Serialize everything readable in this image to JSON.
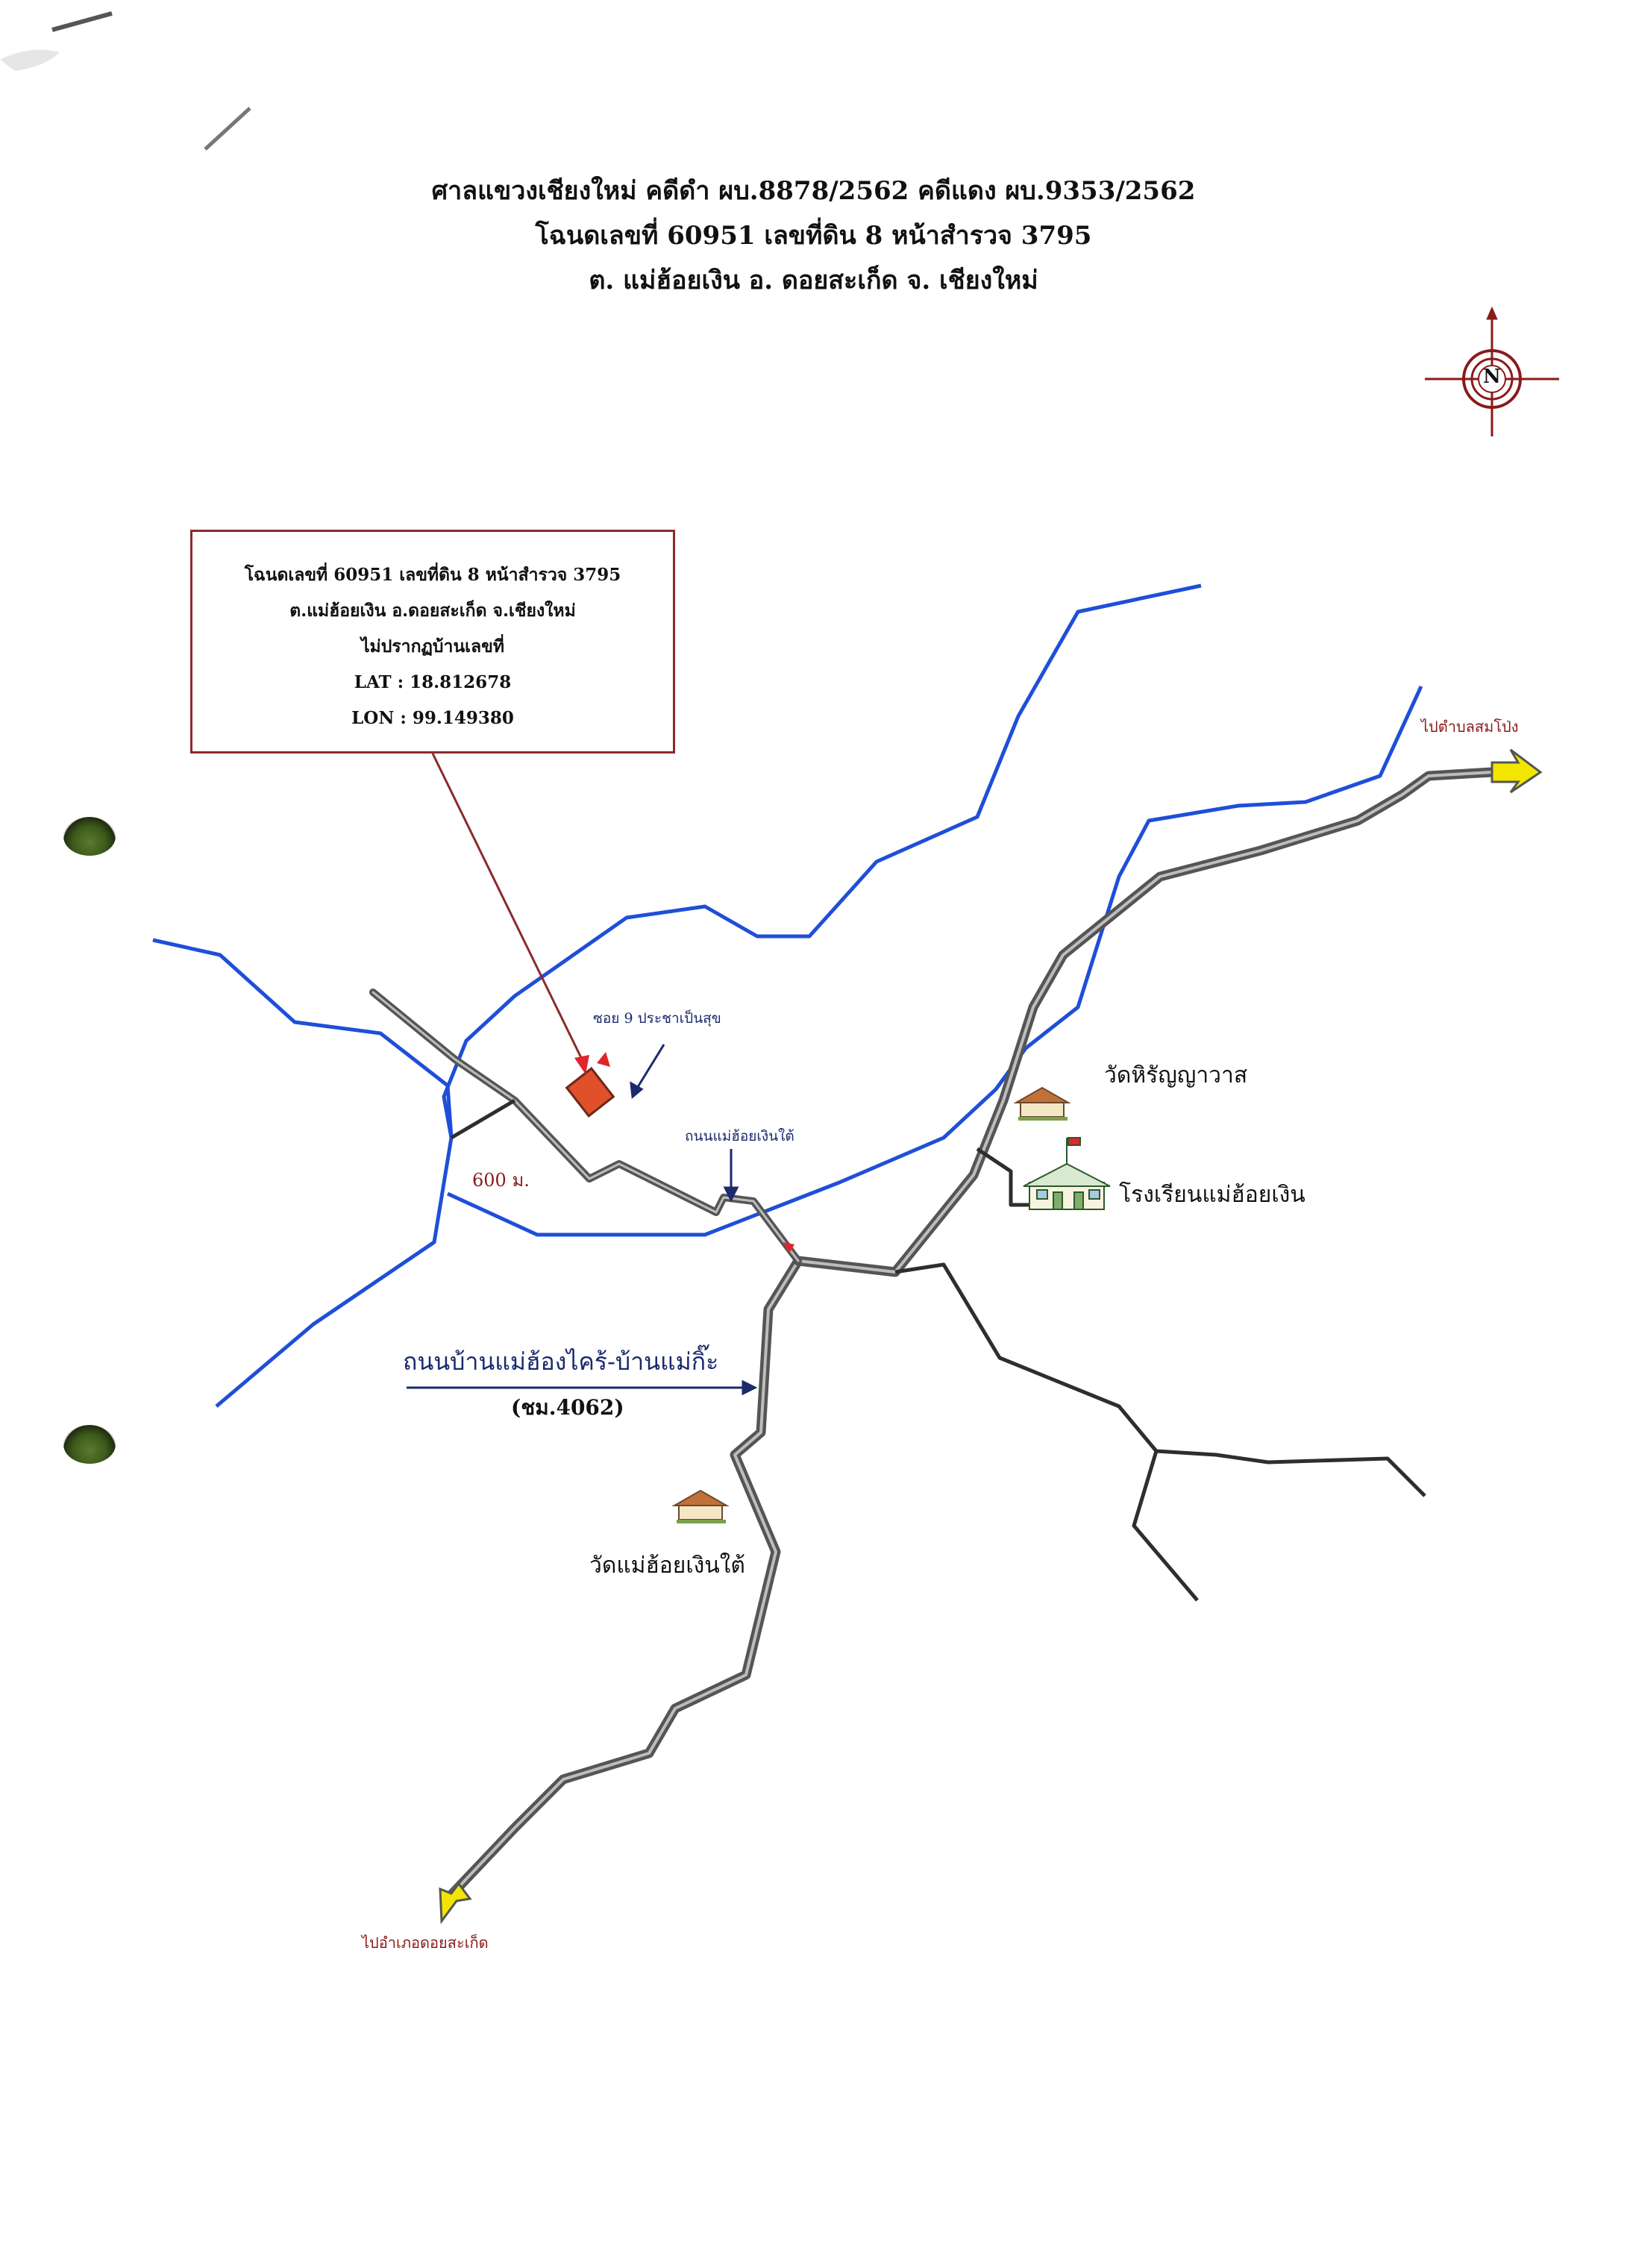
{
  "header": {
    "line1": "ศาลแขวงเชียงใหม่ คดีดำ ผบ.8878/2562 คดีแดง ผบ.9353/2562",
    "line2": "โฉนดเลขที่ 60951 เลขที่ดิน 8 หน้าสำรวจ 3795",
    "line3": "ต. แม่ฮ้อยเงิน อ. ดอยสะเก็ด จ. เชียงใหม่"
  },
  "compass": {
    "label": "N"
  },
  "info_box": {
    "line1": "โฉนดเลขที่ 60951  เลขที่ดิน 8  หน้าสำรวจ 3795",
    "line2": "ต.แม่ฮ้อยเงิน อ.ดอยสะเก็ด จ.เชียงใหม่",
    "line3": "ไม่ปรากฏบ้านเลขที่",
    "lat": "LAT : 18.812678",
    "lon": "LON : 99.149380"
  },
  "labels": {
    "soi": "ซอย 9 ประชาเป็นสุข",
    "distance": "600 ม.",
    "road_local": "ถนนแม่ฮ้อยเงินใต้",
    "road_main": "ถนนบ้านแม่ฮ้องไคร้-บ้านแม่กิ๊ะ",
    "road_code": "(ชม.4062)",
    "to_northeast": "ไปตำบลสมโป่ง",
    "to_southwest": "ไปอำเภอดอยสะเก็ด",
    "temple_1": "วัดหิรัญญาวาส",
    "school": "โรงเรียนแม่ฮ้อยเงิน",
    "temple_2": "วัดแม่ฮ้อยเงินใต้"
  },
  "colors": {
    "river": "#1f4fd8",
    "main_road": "#555555",
    "road": "#2e2e2e",
    "parcel": "#e0502a",
    "box_border": "#8b2b2b",
    "label_red": "#8b1a1a",
    "label_navy": "#1a2a6c",
    "arrow_yellow": "#f2e600"
  }
}
